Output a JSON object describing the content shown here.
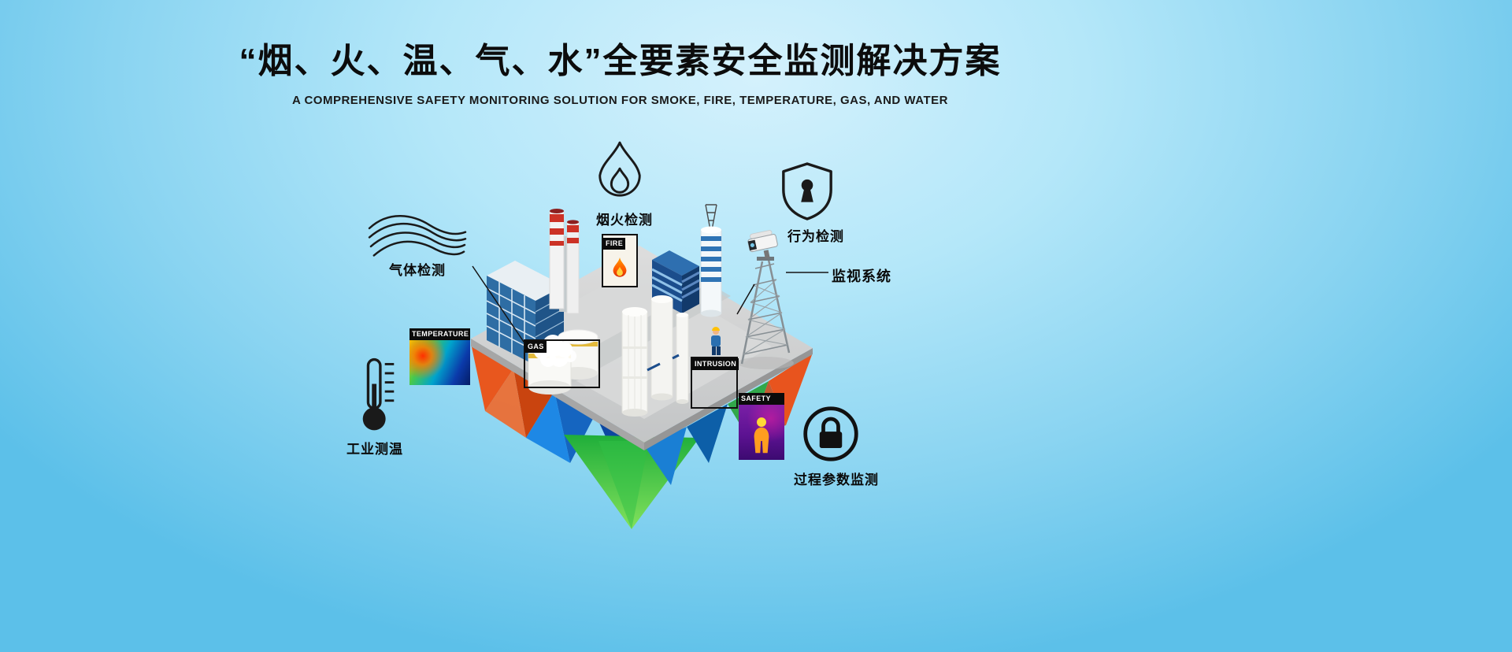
{
  "header": {
    "title": "“烟、火、温、气、水”全要素安全监测解决方案",
    "subtitle": "A COMPREHENSIVE SAFETY MONITORING SOLUTION FOR SMOKE, FIRE, TEMPERATURE, GAS, AND WATER"
  },
  "callouts": {
    "gas_detection": {
      "label": "气体检测",
      "icon": "gas-waves-icon"
    },
    "smoke_fire_detection": {
      "label": "烟火检测",
      "icon": "flame-icon"
    },
    "behavior_detection": {
      "label": "行为检测",
      "icon": "shield-keyhole-icon"
    },
    "surveillance_system": {
      "label": "监视系统",
      "icon": "camera-on-tower"
    },
    "industrial_temperature": {
      "label": "工业测温",
      "icon": "thermometer-icon"
    },
    "process_parameter_monitoring": {
      "label": "过程参数监测",
      "icon": "lock-circle-icon"
    }
  },
  "scene_tags": {
    "temperature": "TEMPERATURE",
    "fire": "FIRE",
    "gas": "GAS",
    "intrusion": "INTRUSION",
    "safety": "SAFETY"
  },
  "colors": {
    "background_top": "#d4f1fc",
    "background_bottom": "#5cc0e9",
    "accent_orange": "#e8541e",
    "accent_blue": "#1565c0",
    "accent_green": "#2eb82e",
    "ink": "#111111"
  }
}
